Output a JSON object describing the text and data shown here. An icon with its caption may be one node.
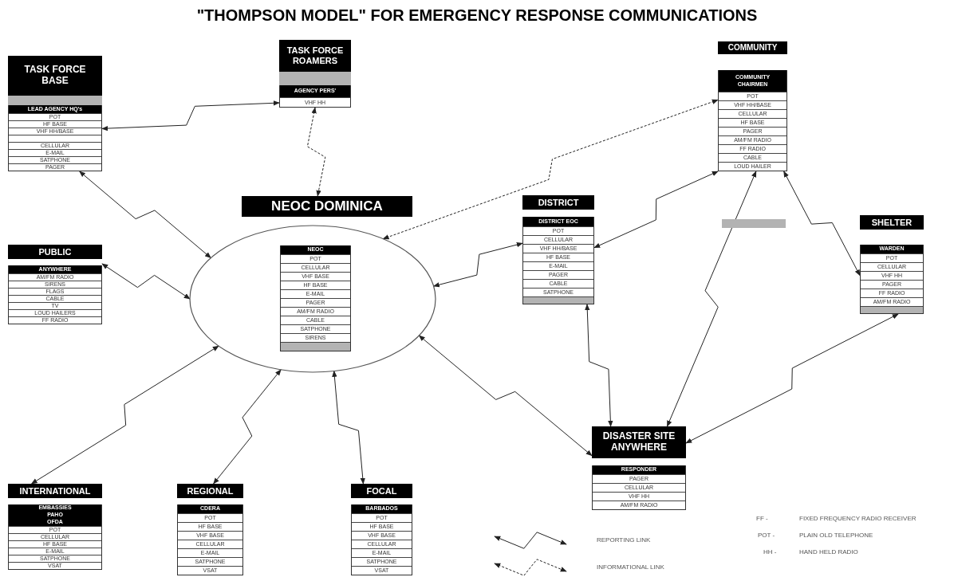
{
  "diagram": {
    "title": "\"THOMPSON MODEL\" FOR EMERGENCY RESPONSE COMMUNICATIONS",
    "nodes": [
      {
        "text": [
          "TASK FORCE BASE",
          "LEAD AGENCY HQ's",
          "POT",
          "HF BASE",
          "VHF HH/BASE",
          "CELLULAR",
          "E-MAIL",
          "SATPHONE",
          "PAGER"
        ]
      },
      {
        "text": [
          "TASK FORCE ROAMERS",
          "AGENCY PERS'",
          "VHF HH"
        ]
      },
      {
        "text": [
          "NEOC DOMINICA"
        ]
      },
      {
        "text": [
          "NEOC",
          "POT",
          "CELLULAR",
          "VHF BASE",
          "HF BASE",
          "E-MAIL",
          "PAGER",
          "AM/FM RADIO",
          "CABLE",
          "SATPHONE",
          "SIRENS"
        ],
        "in": 2
      },
      {
        "text": [
          "COMMUNITY",
          "COMMUNITY CHAIRMEN",
          "POT",
          "VHF HH/BASE",
          "CELLULAR",
          "HF BASE",
          "PAGER",
          "AM/FM RADIO",
          "FF RADIO",
          "CABLE",
          "LOUD HAILER"
        ]
      },
      {
        "text": [
          "DISTRICT",
          "DISTRICT EOC",
          "POT",
          "CELLULAR",
          "VHF HH/BASE",
          "HF BASE",
          "E-MAIL",
          "PAGER",
          "CABLE",
          "SATPHONE"
        ]
      },
      {
        "text": [
          "PUBLIC",
          "ANYWHERE",
          "AM/FM RADIO",
          "SIRENS",
          "FLAGS",
          "CABLE",
          "TV",
          "LOUD HAILERS",
          "FF RADIO"
        ]
      },
      {
        "text": [
          "SHELTER",
          "WARDEN",
          "POT",
          "CELLULAR",
          "VHF HH",
          "PAGER",
          "FF RADIO",
          "AM/FM RADIO"
        ]
      },
      {
        "text": [
          "DISASTER SITE ANYWHERE",
          "RESPONDER",
          "PAGER",
          "CELLULAR",
          "VHF HH",
          "AM/FM RADIO"
        ]
      },
      {
        "text": [
          "INTERNATIONAL",
          "EMBASSIES PAHO OFDA",
          "POT",
          "CELLULAR",
          "HF BASE",
          "E-MAIL",
          "SATPHONE",
          "VSAT"
        ]
      },
      {
        "text": [
          "REGIONAL",
          "CDERA",
          "POT",
          "HF BASE",
          "VHF BASE",
          "CELLULAR",
          "E-MAIL",
          "SATPHONE",
          "VSAT"
        ]
      },
      {
        "text": [
          "FOCAL",
          "BARBADOS",
          "POT",
          "HF BASE",
          "VHF BASE",
          "CELLULAR",
          "E-MAIL",
          "SATPHONE",
          "VSAT"
        ]
      }
    ],
    "edges": [
      {
        "from": 0,
        "to": 1,
        "arrow": "both"
      },
      {
        "from": 1,
        "to": 2,
        "arrow": "both",
        "style": "dashed"
      },
      {
        "from": 0,
        "to": 2,
        "arrow": "both"
      },
      {
        "from": 4,
        "to": 2,
        "arrow": "both",
        "style": "dashed"
      },
      {
        "from": 6,
        "to": 2,
        "arrow": "both"
      },
      {
        "from": 9,
        "to": 2,
        "arrow": "both"
      },
      {
        "from": 10,
        "to": 2,
        "arrow": "both"
      },
      {
        "from": 11,
        "to": 2,
        "arrow": "both"
      },
      {
        "from": 5,
        "to": 2,
        "arrow": "both"
      },
      {
        "from": 4,
        "to": 5,
        "arrow": "both"
      },
      {
        "from": 4,
        "to": 8,
        "arrow": "both"
      },
      {
        "from": 4,
        "to": 7,
        "arrow": "both"
      },
      {
        "from": 5,
        "to": 8,
        "arrow": "both"
      },
      {
        "from": 7,
        "to": 8,
        "arrow": "both"
      },
      {
        "from": 2,
        "to": 8,
        "arrow": "both"
      }
    ],
    "labels": [
      "FF -",
      "FIXED FREQUENCY RADIO RECEIVER",
      "POT -",
      "PLAIN OLD TELEPHONE",
      "HH -",
      "HAND HELD RADIO"
    ],
    "legend": [
      {
        "text": "REPORTING LINK"
      },
      {
        "text": "INFORMATIONAL LINK"
      }
    ]
  }
}
